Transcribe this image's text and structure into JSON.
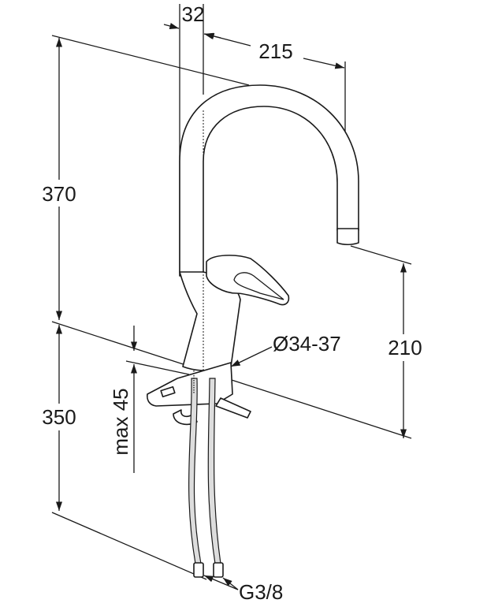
{
  "title": "Kitchen mixer tap dimension drawing",
  "dimensions": {
    "pipe_diameter": "32",
    "spout_reach": "215",
    "total_height": "370",
    "below_deck_length": "350",
    "spout_clearance": "210",
    "hole_diameter": "Ø34-37",
    "max_deck_thickness": "max 45",
    "connection_thread": "G3/8"
  },
  "colors": {
    "line": "#1a1a1a",
    "background": "#ffffff"
  }
}
